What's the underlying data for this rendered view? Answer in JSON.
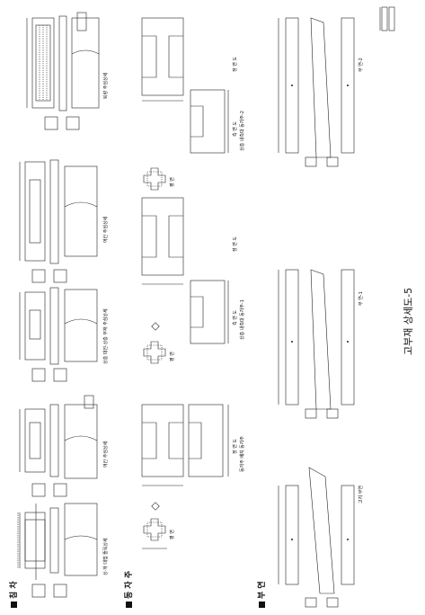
{
  "page_title": "고부재 상세도-5",
  "sections": {
    "tie_beam": "침 차",
    "post": "동 자 주",
    "bracket": "부 연"
  },
  "captions": {
    "tie_beam": [
      "상·하 대접 뜰목상세",
      "어칸 주심상세",
      "상층 대진·상층 부재 주심상세",
      "어칸 주심상세",
      "퇴량 주심상세"
    ],
    "post": {
      "plan": "평 면",
      "front": "정 면 도",
      "side": "측 면 도",
      "group1": "동자주 배치 동자주",
      "group2": "상층 내측대 동자주-1",
      "group3": "상층 내측대 동자주-2"
    },
    "bracket": [
      "고지 부연",
      "부 연-1",
      "부 연-2"
    ]
  }
}
